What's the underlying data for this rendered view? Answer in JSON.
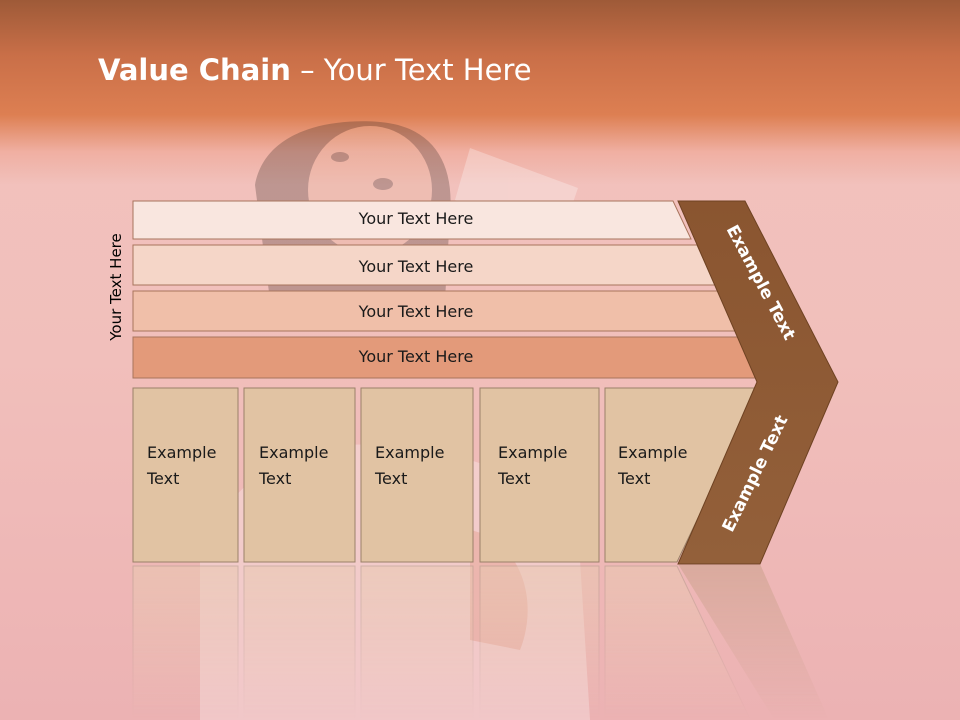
{
  "title": {
    "bold": "Value Chain",
    "rest": " – Your Text Here"
  },
  "side_label": "Your Text Here",
  "rows": [
    {
      "label": "Your Text Here",
      "color": "#f9e6df"
    },
    {
      "label": "Your Text Here",
      "color": "#f5d6c8"
    },
    {
      "label": "Your Text Here",
      "color": "#f0bfa9"
    },
    {
      "label": "Your Text Here",
      "color": "#e39a7a"
    }
  ],
  "cells": [
    {
      "line1": "Example",
      "line2": "Text"
    },
    {
      "line1": "Example",
      "line2": "Text"
    },
    {
      "line1": "Example",
      "line2": "Text"
    },
    {
      "line1": "Example",
      "line2": "Text"
    },
    {
      "line1": "Example",
      "line2": "Text"
    }
  ],
  "chevron": {
    "top_text": "Example Text",
    "bottom_text": "Example Text",
    "color": "#8e5a32"
  },
  "colors": {
    "cell_fill": "#e1c3a3",
    "header": "#d87a4e"
  }
}
